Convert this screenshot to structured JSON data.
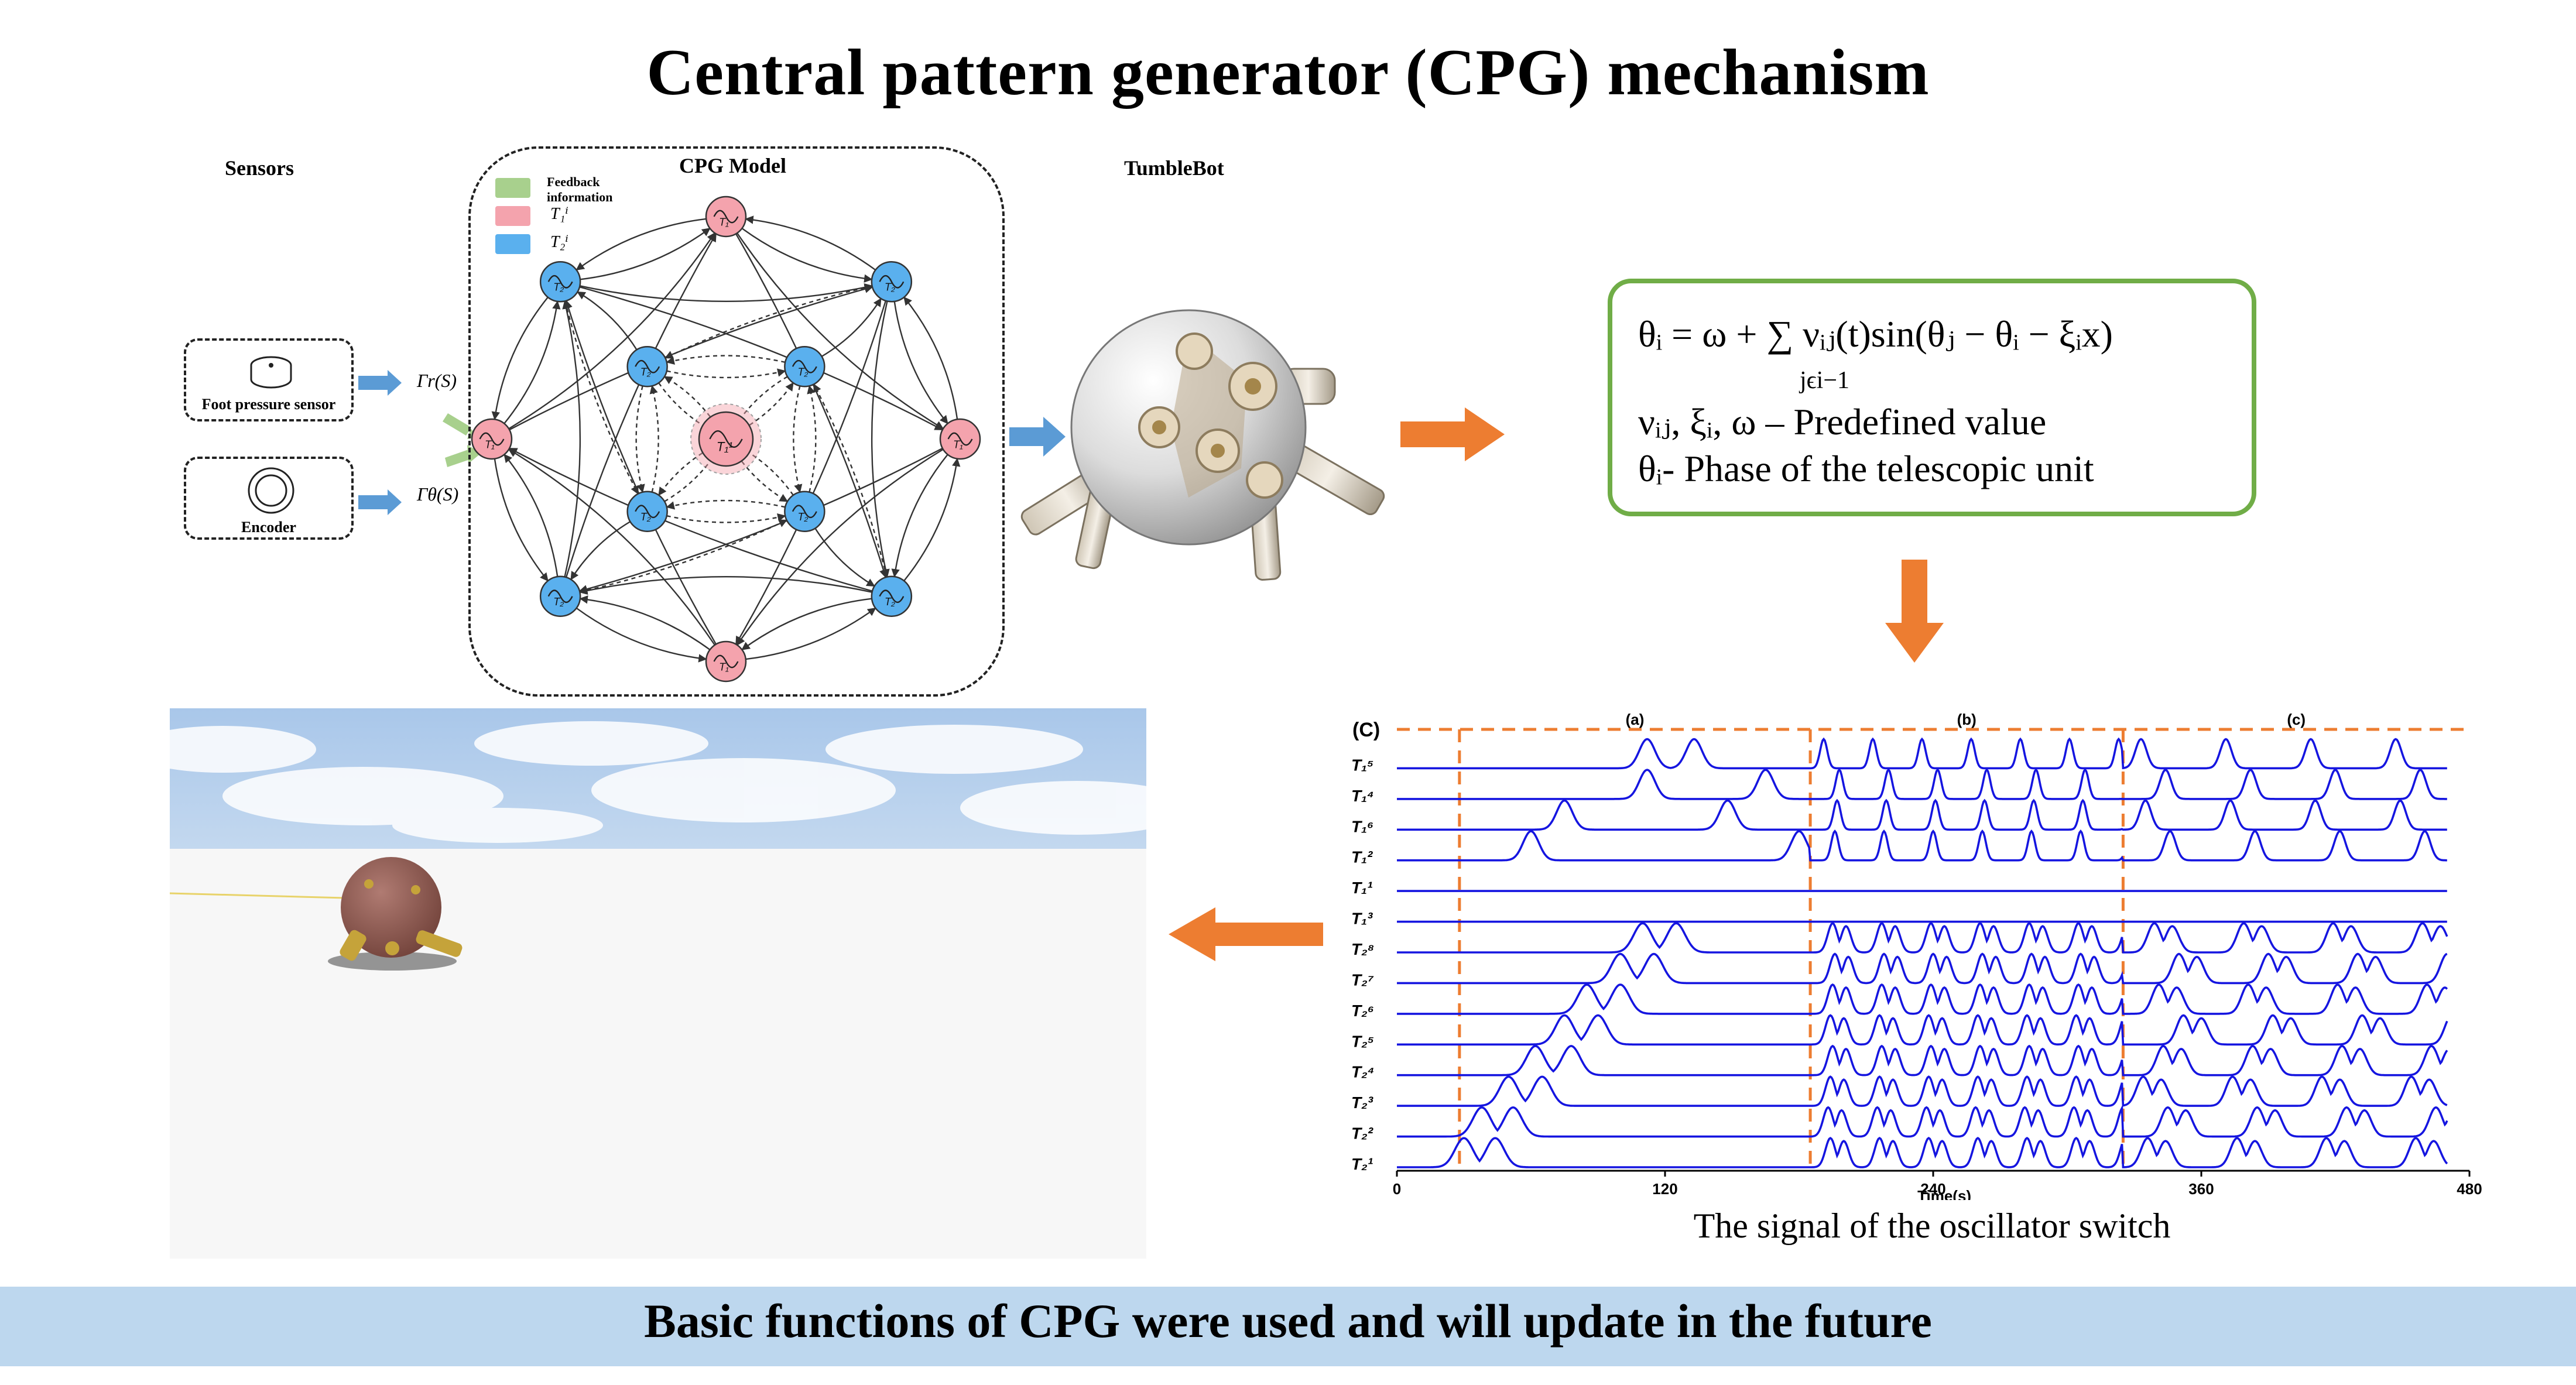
{
  "title": "Central pattern generator (CPG) mechanism",
  "sections": {
    "sensors": "Sensors",
    "cpg_model": "CPG Model",
    "robot": "TumbleBot"
  },
  "sensors": {
    "foot": "Foot pressure sensor",
    "encoder": "Encoder",
    "gamma_r": "Γr(S)",
    "gamma_theta": "Γθ(S)"
  },
  "legend": {
    "feedback": "Feedback information",
    "t1": "T₁ⁱ",
    "t2": "T₂ⁱ"
  },
  "nodes": {
    "center": "T₁¹",
    "t1_label": "T₁",
    "t2_label": "T₂"
  },
  "equation": {
    "line1": "θᵢ = ω + ∑ νᵢⱼ(t)sin(θⱼ − θᵢ − ξᵢx)",
    "sum_sub": "jϵi−1",
    "line2": "νᵢⱼ,  ξᵢ,  ω – Predefined value",
    "line3": "θᵢ- Phase of the telescopic unit"
  },
  "chart_caption": "The signal of the oscillator switch",
  "footer": "Basic functions of CPG were used and will update in the future",
  "colors": {
    "t1_node": "#f4a3ad",
    "t2_node": "#5ab0ee",
    "feedback": "#a8d08d",
    "arrow_blue": "#5b9bd5",
    "arrow_orange": "#ed7d31",
    "signal": "#1515e0",
    "eq_border": "#70ad47",
    "footer_band": "#bdd7ee"
  },
  "chart_data": {
    "type": "line",
    "panel_label": "(C)",
    "xlabel": "Time(s)",
    "xticks": [
      0,
      120,
      240,
      360,
      480
    ],
    "xlim": [
      0,
      480
    ],
    "phase_labels": [
      "(a)",
      "(b)",
      "(c)"
    ],
    "phase_boundaries": [
      28,
      185,
      325
    ],
    "series": [
      {
        "name": "T₁⁵",
        "phase_a_peaks": [
          112,
          133
        ]
      },
      {
        "name": "T₁⁴",
        "phase_a_peaks": [
          112,
          165
        ]
      },
      {
        "name": "T₁⁶",
        "phase_a_peaks": [
          75,
          148
        ]
      },
      {
        "name": "T₁²",
        "phase_a_peaks": [
          60,
          180
        ]
      },
      {
        "name": "T₁¹",
        "phase_a_peaks": []
      },
      {
        "name": "T₁³",
        "phase_a_peaks": []
      },
      {
        "name": "T₂⁸",
        "phase_a_peaks": [
          110,
          125
        ]
      },
      {
        "name": "T₂⁷",
        "phase_a_peaks": [
          100,
          115
        ]
      },
      {
        "name": "T₂⁶",
        "phase_a_peaks": [
          85,
          100
        ]
      },
      {
        "name": "T₂⁵",
        "phase_a_peaks": [
          75,
          90
        ]
      },
      {
        "name": "T₂⁴",
        "phase_a_peaks": [
          62,
          78
        ]
      },
      {
        "name": "T₂³",
        "phase_a_peaks": [
          50,
          65
        ]
      },
      {
        "name": "T₂²",
        "phase_a_peaks": [
          38,
          52
        ]
      },
      {
        "name": "T₂¹",
        "phase_a_peaks": [
          30,
          44
        ]
      }
    ]
  }
}
